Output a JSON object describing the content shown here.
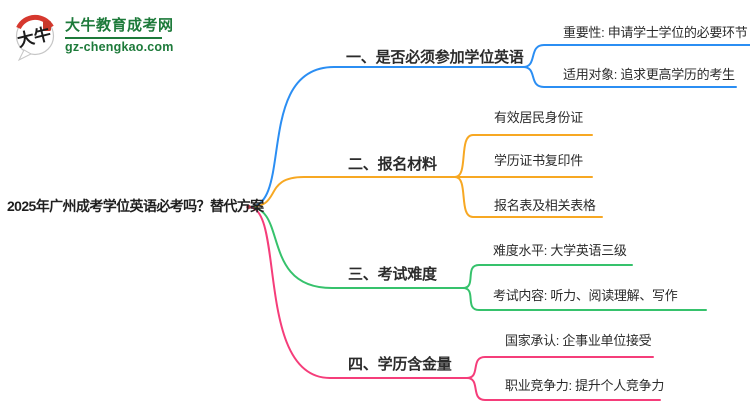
{
  "logo": {
    "icon_chars": "大牛",
    "site_name": "大牛教育成考网",
    "site_domain": "gz-chengkao.com",
    "brand_green": "#1d7a3a",
    "accent_red": "#d6382e"
  },
  "mindmap": {
    "root": {
      "label": "2025年广州成考学位英语必考吗？替代方案"
    },
    "root_dot_color": "#b03a4a",
    "branches": [
      {
        "label": "一、是否必须参加学位英语",
        "color": "#2b8ef3",
        "children": [
          "重要性: 申请学士学位的必要环节",
          "适用对象: 追求更高学历的考生"
        ]
      },
      {
        "label": "二、报名材料",
        "color": "#f7a823",
        "children": [
          "有效居民身份证",
          "学历证书复印件",
          "报名表及相关表格"
        ]
      },
      {
        "label": "三、考试难度",
        "color": "#36c26c",
        "children": [
          "难度水平: 大学英语三级",
          "考试内容: 听力、阅读理解、写作"
        ]
      },
      {
        "label": "四、学历含金量",
        "color": "#f53d7a",
        "children": [
          "国家承认: 企事业单位接受",
          "职业竞争力: 提升个人竞争力"
        ]
      }
    ]
  }
}
